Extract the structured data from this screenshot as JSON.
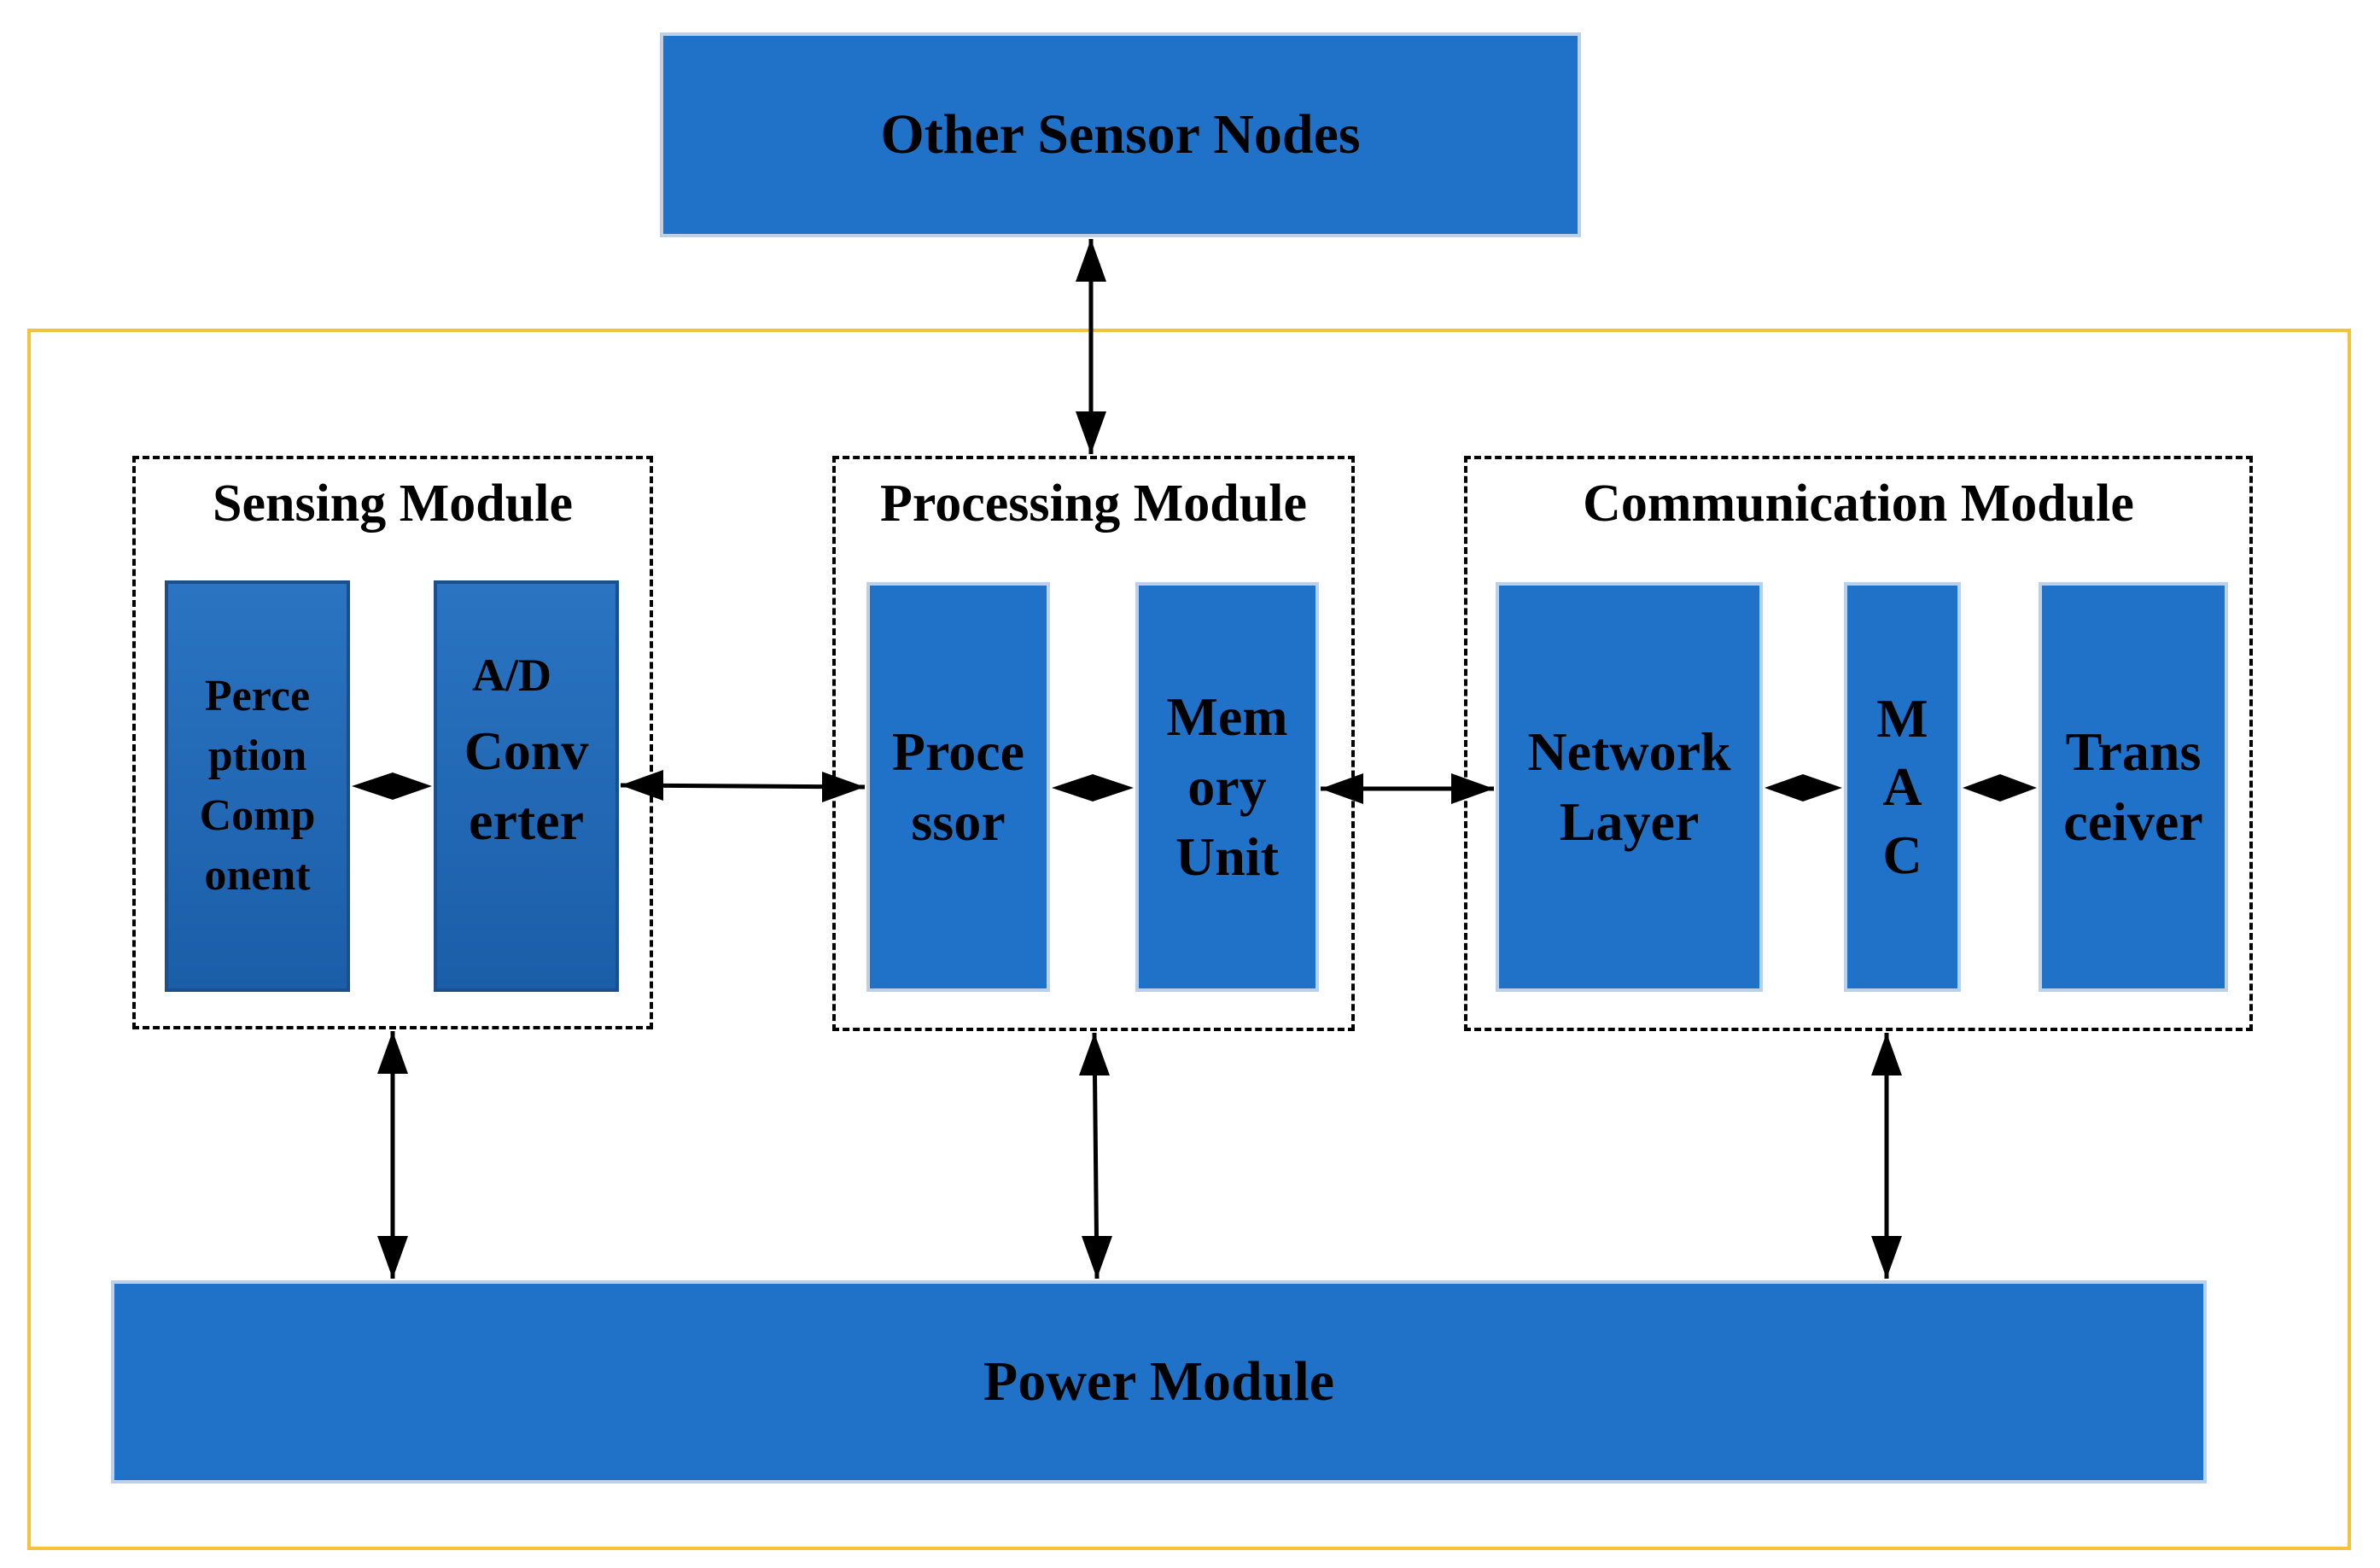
{
  "colors": {
    "box_fill": "#2072c8",
    "frame_border": "#f5c23c",
    "arrow": "#000000"
  },
  "other_nodes": {
    "label": "Other Sensor Nodes"
  },
  "sensing": {
    "title": "Sensing Module",
    "perception": "Perce\nption\nComp\nonent",
    "ad_label": "A/D",
    "converter": "Conv\nerter"
  },
  "processing": {
    "title": "Processing Module",
    "processor": "Proce\nssor",
    "memory": "Mem\nory\nUnit"
  },
  "communication": {
    "title": "Communication Module",
    "network": "Network\nLayer",
    "mac": "M\nA\nC",
    "transceiver": "Trans\nceiver"
  },
  "power": {
    "label": "Power Module"
  }
}
